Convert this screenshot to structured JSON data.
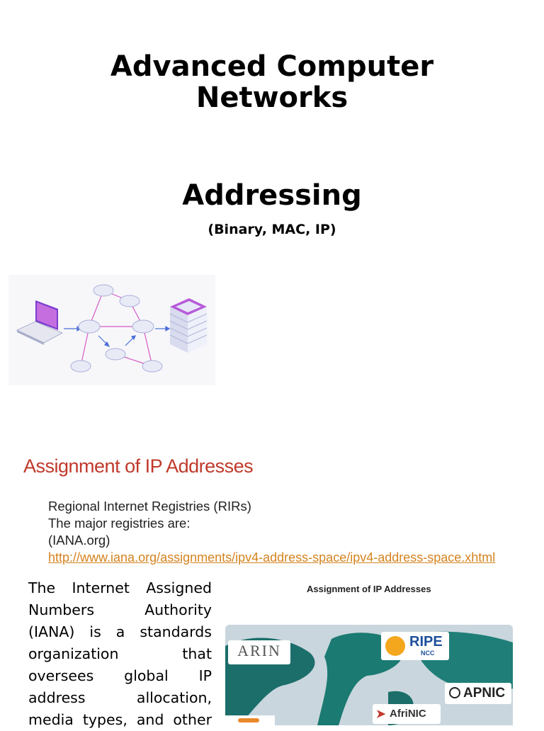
{
  "header": {
    "title_line1": "Advanced Computer",
    "title_line2": "Networks",
    "subtitle": "Addressing",
    "subnote": "(Binary, MAC, IP)"
  },
  "slide": {
    "heading": "Assignment of IP Addresses",
    "lines": [
      "Regional Internet Registries (RIRs)",
      "The major registries are:",
      "(IANA.org)"
    ],
    "link": "http://www.iana.org/assignments/ipv4-address-space/ipv4-address-space.xhtml"
  },
  "body": {
    "text": "The Internet Assigned Numbers Authority (IANA) is a standards organization that oversees global IP address allocation, media types, and other"
  },
  "map": {
    "caption": "Assignment of IP Addresses",
    "registries": {
      "arin": "ARIN",
      "ripe": "RIPE",
      "ripe_sub": "NCC",
      "apnic": "APNIC",
      "afrinic": "AfriNIC"
    }
  },
  "colors": {
    "heading_red": "#c0392b",
    "link_orange": "#d4831f",
    "network_purple": "#b05ad0"
  },
  "icons": [
    "laptop-icon",
    "router-icon",
    "server-icon",
    "ripe-sun-icon",
    "afrinic-icon"
  ]
}
